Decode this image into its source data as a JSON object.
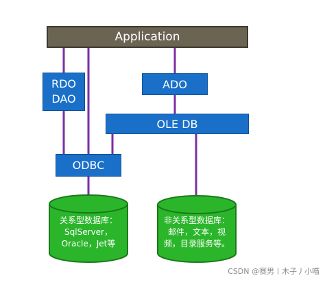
{
  "colors": {
    "application": "#6b6453",
    "component": "#1a70c8",
    "connector": "#7b2fa2",
    "database": "#2bb52b"
  },
  "nodes": {
    "application": "Application",
    "rdo": "RDO",
    "dao": "DAO",
    "ado": "ADO",
    "oledb": "OLE DB",
    "odbc": "ODBC"
  },
  "databases": {
    "relational": {
      "line1": "关系型数据库：",
      "line2": "SqlServer，",
      "line3": "Oracle，Jet等"
    },
    "nonrelational": {
      "line1": "非关系型数据库：",
      "line2": "邮件，文本，视",
      "line3": "频，目录服务等。"
    }
  },
  "watermark": "CSDN @赛男丨木子丿小喵"
}
